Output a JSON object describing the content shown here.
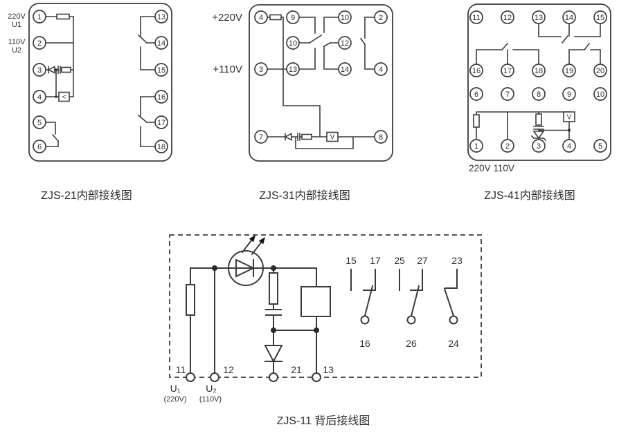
{
  "zjs21": {
    "title": "ZJS-21内部接线图",
    "v1": "220V",
    "u1": "U1",
    "v2": "110V",
    "u2": "U2",
    "lt": [
      "1",
      "2",
      "3",
      "4",
      "5",
      "6"
    ],
    "rt": [
      "13",
      "14",
      "15",
      "16",
      "17",
      "18"
    ],
    "relay_glyph": "<"
  },
  "zjs31": {
    "title": "ZJS-31内部接线图",
    "plus220": "+220V",
    "plus110": "+110V",
    "t": {
      "a4": "4",
      "a9": "9",
      "b10": "10",
      "a2": "2",
      "a10": "10",
      "b12": "12",
      "c3": "3",
      "c13": "13",
      "c14": "14",
      "c4": "4",
      "d7": "7",
      "d8": "8"
    },
    "meter_glyph": "V"
  },
  "zjs41": {
    "title": "ZJS-41内部接线图",
    "row1": [
      "11",
      "12",
      "13",
      "14",
      "15"
    ],
    "row2": [
      "16",
      "17",
      "18",
      "19",
      "20"
    ],
    "row3": [
      "6",
      "7",
      "8",
      "9",
      "10"
    ],
    "row4": [
      "1",
      "2",
      "3",
      "4",
      "5"
    ],
    "volts": "220V 110V",
    "meter_glyph": "V"
  },
  "zjs11": {
    "title": "ZJS-11 背后接线图",
    "contacts": {
      "n15": "15",
      "n17": "17",
      "n25": "25",
      "n27": "27",
      "n23": "23",
      "n16": "16",
      "n26": "26",
      "n24": "24"
    },
    "bottom": {
      "n11": "11",
      "n12": "12",
      "n21": "21",
      "n13": "13"
    },
    "u1": "U₁",
    "u1v": "(220V)",
    "u2": "U₂",
    "u2v": "(110V)"
  }
}
